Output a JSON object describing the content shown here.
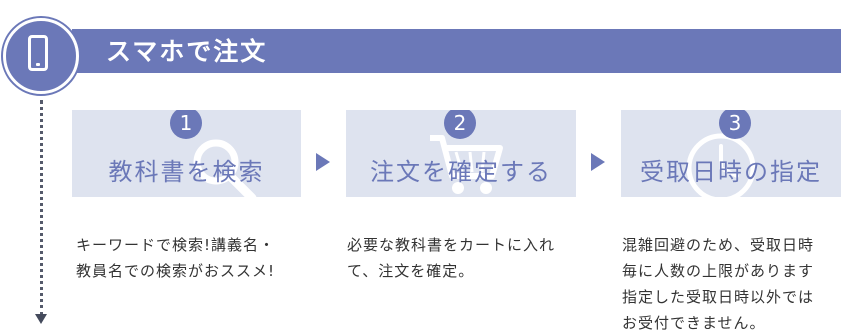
{
  "header": {
    "title": "スマホで注文",
    "phone_icon": "smartphone-icon"
  },
  "colors": {
    "accent": "#6b78b8",
    "card_bg": "#dee3ef",
    "text": "#333333"
  },
  "steps": [
    {
      "number": "1",
      "title": "教科書を検索",
      "icon": "search-icon",
      "description": [
        "キーワードで検索!講義名・",
        "教員名での検索がおススメ!"
      ]
    },
    {
      "number": "2",
      "title": "注文を確定する",
      "icon": "cart-icon",
      "description": [
        "必要な教科書をカートに入れ",
        "て、注文を確定。"
      ]
    },
    {
      "number": "3",
      "title": "受取日時の指定",
      "icon": "clock-icon",
      "description": [
        "混雑回避のため、受取日時",
        "毎に人数の上限があります",
        "指定した受取日時以外では",
        "お受付できません。"
      ]
    }
  ]
}
